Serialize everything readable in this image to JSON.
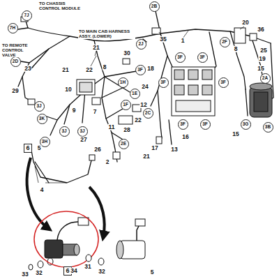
{
  "diagram": {
    "nodes": [
      {
        "text": [
          "7J"
        ]
      },
      {
        "text": [
          "7H"
        ]
      },
      {
        "text": [
          "2D"
        ]
      },
      {
        "text": [
          "2B"
        ]
      },
      {
        "text": [
          "2J"
        ]
      },
      {
        "text": [
          "2F"
        ]
      },
      {
        "text": [
          "3F"
        ]
      },
      {
        "text": [
          "1H"
        ]
      },
      {
        "text": [
          "1E"
        ]
      },
      {
        "text": [
          "1F"
        ]
      },
      {
        "text": [
          "3F"
        ]
      },
      {
        "text": [
          "3F"
        ]
      },
      {
        "text": [
          "3F"
        ]
      },
      {
        "text": [
          "3F"
        ]
      },
      {
        "text": [
          "3F"
        ]
      },
      {
        "text": [
          "3F"
        ]
      },
      {
        "text": [
          "2A"
        ]
      },
      {
        "text": [
          "3B"
        ]
      },
      {
        "text": [
          "3G"
        ]
      },
      {
        "text": [
          "2C"
        ]
      },
      {
        "text": [
          "3J"
        ]
      },
      {
        "text": [
          "3K"
        ]
      },
      {
        "text": [
          "3J"
        ]
      },
      {
        "text": [
          "3J"
        ]
      },
      {
        "text": [
          "3H"
        ]
      },
      {
        "text": [
          "2E"
        ]
      },
      {
        "text": [
          "6"
        ]
      },
      {
        "text": [
          "6"
        ]
      }
    ],
    "labels": [
      "TO CHASSIS CONTROL MODULE",
      "TO REMOTE CONTROL VALVE",
      "TO MAIN CAB HARNESS ASSY. (LOWER)",
      "21",
      "22",
      "23",
      "29",
      "35",
      "1",
      "20",
      "36",
      "8",
      "25",
      "19",
      "15",
      "15",
      "16",
      "13",
      "17",
      "21",
      "8",
      "10",
      "9",
      "30",
      "18",
      "24",
      "22",
      "7",
      "11",
      "28",
      "12",
      "27",
      "26",
      "2",
      "21",
      "5",
      "4",
      "5",
      "34",
      "33",
      "32",
      "31",
      "32"
    ]
  }
}
